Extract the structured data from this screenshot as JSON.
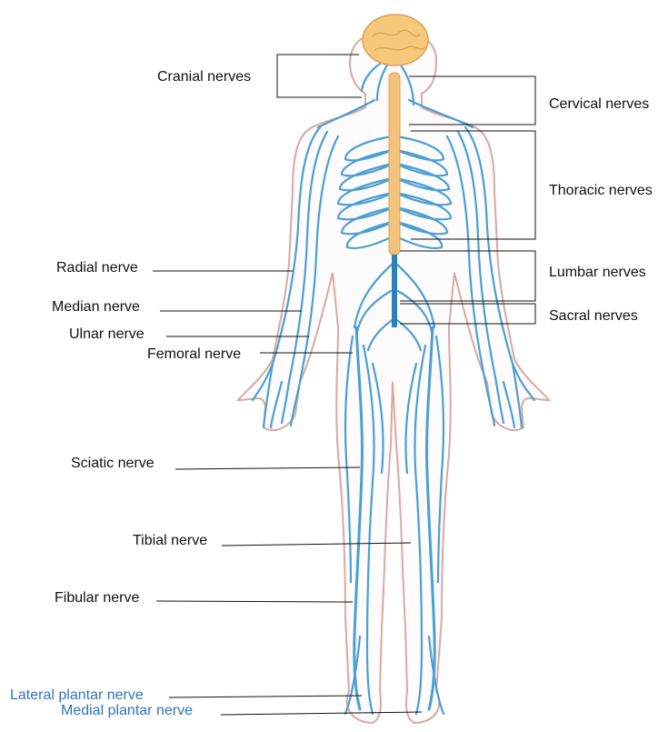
{
  "labels": {
    "cranial": "Cranial nerves",
    "cervical": "Cervical nerves",
    "thoracic": "Thoracic nerves",
    "lumbar": "Lumbar nerves",
    "sacral": "Sacral nerves",
    "radial": "Radial nerve",
    "median": "Median nerve",
    "ulnar": "Ulnar nerve",
    "femoral": "Femoral nerve",
    "sciatic": "Sciatic nerve",
    "tibial": "Tibial nerve",
    "fibular": "Fibular nerve",
    "lateral_plantar": "Lateral plantar nerve",
    "medial_plantar": "Medial plantar nerve"
  },
  "colors": {
    "nerve": "#4a9fd4",
    "nerve_dark": "#2f7fb8",
    "skin_outline": "#d9a9a0",
    "brain": "#f5c87a",
    "spinal_cord": "#f3c27a",
    "leader_line": "#111111",
    "plantar_text": "#2e75b6"
  }
}
